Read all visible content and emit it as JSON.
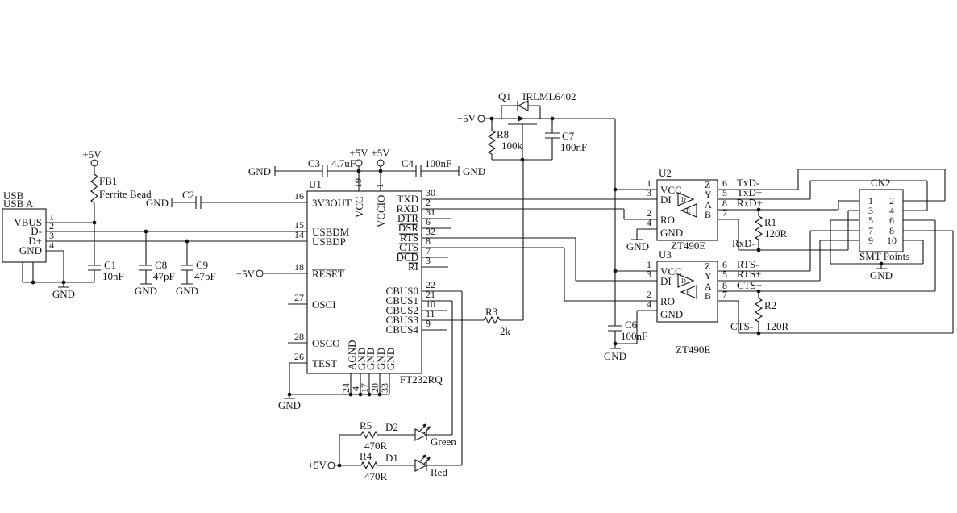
{
  "net": {
    "v5": "+5V",
    "gnd": "GND"
  },
  "usb": {
    "name": "USB",
    "type": "USB A",
    "pin_numbers": [
      "1",
      "2",
      "3",
      "4"
    ],
    "pin_names": [
      "VBUS",
      "D-",
      "D+",
      "GND"
    ]
  },
  "fb1": {
    "ref": "FB1",
    "value": "Ferrite Bead"
  },
  "caps": {
    "c1": {
      "ref": "C1",
      "value": "10nF"
    },
    "c2": {
      "ref": "C2"
    },
    "c3": {
      "ref": "C3",
      "value": "4.7uF"
    },
    "c4": {
      "ref": "C4",
      "value": "100nF"
    },
    "c6": {
      "ref": "C6",
      "value": "100nF"
    },
    "c7": {
      "ref": "C7",
      "value": "100nF"
    },
    "c8": {
      "ref": "C8",
      "value": "47pF"
    },
    "c9": {
      "ref": "C9",
      "value": "47pF"
    }
  },
  "resistors": {
    "r1": {
      "ref": "R1",
      "value": "120R"
    },
    "r2": {
      "ref": "R2",
      "value": "120R"
    },
    "r3": {
      "ref": "R3",
      "value": "2k"
    },
    "r4": {
      "ref": "R4",
      "value": "470R"
    },
    "r5": {
      "ref": "R5",
      "value": "470R"
    },
    "r8": {
      "ref": "R8",
      "value": "100k"
    }
  },
  "q1": {
    "ref": "Q1",
    "part": "IRLML6402"
  },
  "leds": {
    "d2": {
      "ref": "D2",
      "color": "Green"
    },
    "d1": {
      "ref": "D1",
      "color": "Red"
    }
  },
  "u1": {
    "ref": "U1",
    "part": "FT232RQ",
    "left": [
      {
        "num": "16",
        "name": "3V3OUT"
      },
      {
        "num": "15",
        "name": "USBDM"
      },
      {
        "num": "14",
        "name": "USBDP"
      },
      {
        "num": "18",
        "name": "RESET"
      },
      {
        "num": "27",
        "name": "OSCI"
      },
      {
        "num": "28",
        "name": "OSCO"
      },
      {
        "num": "26",
        "name": "TEST"
      }
    ],
    "top": [
      {
        "num": "19",
        "name": "VCC"
      },
      {
        "num": "1",
        "name": "VCCIO"
      }
    ],
    "right": [
      {
        "num": "30",
        "name": "TXD"
      },
      {
        "num": "2",
        "name": "RXD"
      },
      {
        "num": "31",
        "name": "DTR"
      },
      {
        "num": "6",
        "name": "DSR"
      },
      {
        "num": "32",
        "name": "RTS"
      },
      {
        "num": "8",
        "name": "CTS"
      },
      {
        "num": "7",
        "name": "DCD"
      },
      {
        "num": "3",
        "name": "RI"
      },
      {
        "num": "22",
        "name": "CBUS0"
      },
      {
        "num": "21",
        "name": "CBUS1"
      },
      {
        "num": "10",
        "name": "CBUS2"
      },
      {
        "num": "11",
        "name": "CBUS3"
      },
      {
        "num": "9",
        "name": "CBUS4"
      }
    ],
    "bottom": [
      {
        "num": "24",
        "name": "AGND"
      },
      {
        "num": "4",
        "name": "GND"
      },
      {
        "num": "17",
        "name": "GND"
      },
      {
        "num": "20",
        "name": "GND"
      },
      {
        "num": "33",
        "name": "GND"
      }
    ]
  },
  "u2": {
    "ref": "U2",
    "part": "ZT490E",
    "nums_left": [
      "1",
      "3",
      "2",
      "4"
    ],
    "names_left": [
      "VCC",
      "DI",
      "RO",
      "GND"
    ],
    "nums_right": [
      "6",
      "5",
      "8",
      "7"
    ],
    "ports_right": [
      "Z",
      "Y",
      "A",
      "B"
    ],
    "nets_right": [
      "TxD-",
      "TxD+",
      "RxD+"
    ],
    "net_b": "RxD-",
    "amp_d": "D",
    "amp_r": "R"
  },
  "u3": {
    "ref": "U3",
    "part": "ZT490E",
    "nums_left": [
      "1",
      "3",
      "2",
      "4"
    ],
    "names_left": [
      "VCC",
      "DI",
      "RO",
      "GND"
    ],
    "nums_right": [
      "6",
      "5",
      "8",
      "7"
    ],
    "ports_right": [
      "Z",
      "Y",
      "A",
      "B"
    ],
    "nets_right": [
      "RTS-",
      "RTS+",
      "CTS+"
    ],
    "net_b": "CTS-",
    "amp_d": "D",
    "amp_r": "R"
  },
  "cn2": {
    "ref": "CN2",
    "note": "SMT Points",
    "pins": [
      "1",
      "2",
      "3",
      "4",
      "5",
      "6",
      "7",
      "8",
      "9",
      "10"
    ]
  }
}
